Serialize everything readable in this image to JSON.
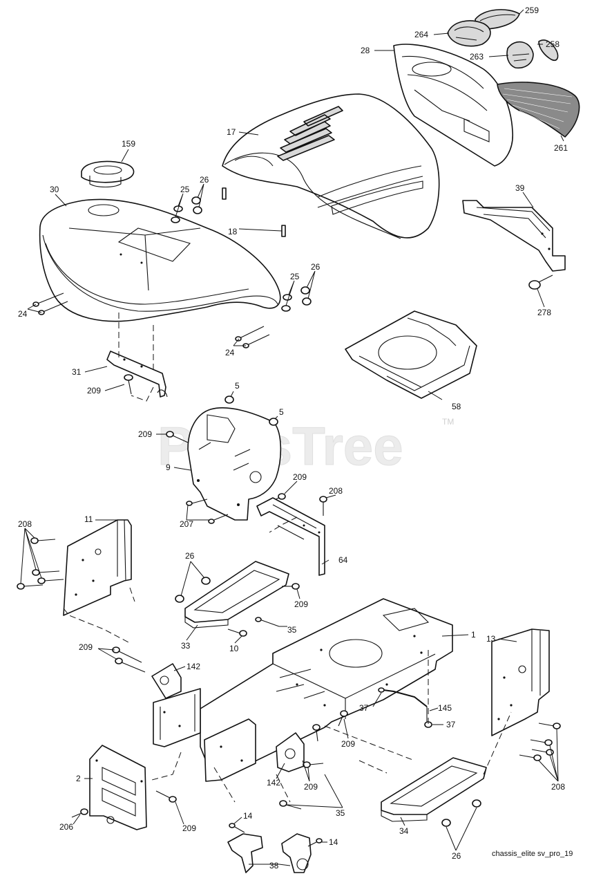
{
  "watermark": {
    "text": "PartsTree",
    "trademark": "TM"
  },
  "caption": "chassis_elite sv_pro_19",
  "labels": [
    {
      "id": "259",
      "text": "259"
    },
    {
      "id": "264",
      "text": "264"
    },
    {
      "id": "258",
      "text": "258"
    },
    {
      "id": "28",
      "text": "28"
    },
    {
      "id": "263",
      "text": "263"
    },
    {
      "id": "261",
      "text": "261"
    },
    {
      "id": "17",
      "text": "17"
    },
    {
      "id": "159",
      "text": "159"
    },
    {
      "id": "30",
      "text": "30"
    },
    {
      "id": "25a",
      "text": "25"
    },
    {
      "id": "26a",
      "text": "26"
    },
    {
      "id": "18",
      "text": "18"
    },
    {
      "id": "39",
      "text": "39"
    },
    {
      "id": "24a",
      "text": "24"
    },
    {
      "id": "25b",
      "text": "25"
    },
    {
      "id": "26b",
      "text": "26"
    },
    {
      "id": "278",
      "text": "278"
    },
    {
      "id": "24b",
      "text": "24"
    },
    {
      "id": "31",
      "text": "31"
    },
    {
      "id": "209a",
      "text": "209"
    },
    {
      "id": "58",
      "text": "58"
    },
    {
      "id": "5a",
      "text": "5"
    },
    {
      "id": "5b",
      "text": "5"
    },
    {
      "id": "209b",
      "text": "209"
    },
    {
      "id": "9",
      "text": "9"
    },
    {
      "id": "209c",
      "text": "209"
    },
    {
      "id": "208a",
      "text": "208"
    },
    {
      "id": "207",
      "text": "207"
    },
    {
      "id": "208b",
      "text": "208"
    },
    {
      "id": "11",
      "text": "11"
    },
    {
      "id": "64",
      "text": "64"
    },
    {
      "id": "26c",
      "text": "26"
    },
    {
      "id": "209d",
      "text": "209"
    },
    {
      "id": "35a",
      "text": "35"
    },
    {
      "id": "33",
      "text": "33"
    },
    {
      "id": "10",
      "text": "10"
    },
    {
      "id": "1",
      "text": "1"
    },
    {
      "id": "13",
      "text": "13"
    },
    {
      "id": "209e",
      "text": "209"
    },
    {
      "id": "142a",
      "text": "142"
    },
    {
      "id": "37a",
      "text": "37"
    },
    {
      "id": "145",
      "text": "145"
    },
    {
      "id": "37b",
      "text": "37"
    },
    {
      "id": "209f",
      "text": "209"
    },
    {
      "id": "2",
      "text": "2"
    },
    {
      "id": "142b",
      "text": "142"
    },
    {
      "id": "209g",
      "text": "209"
    },
    {
      "id": "208c",
      "text": "208"
    },
    {
      "id": "35b",
      "text": "35"
    },
    {
      "id": "206",
      "text": "206"
    },
    {
      "id": "209h",
      "text": "209"
    },
    {
      "id": "14a",
      "text": "14"
    },
    {
      "id": "34",
      "text": "34"
    },
    {
      "id": "14b",
      "text": "14"
    },
    {
      "id": "26d",
      "text": "26"
    },
    {
      "id": "38",
      "text": "38"
    }
  ]
}
